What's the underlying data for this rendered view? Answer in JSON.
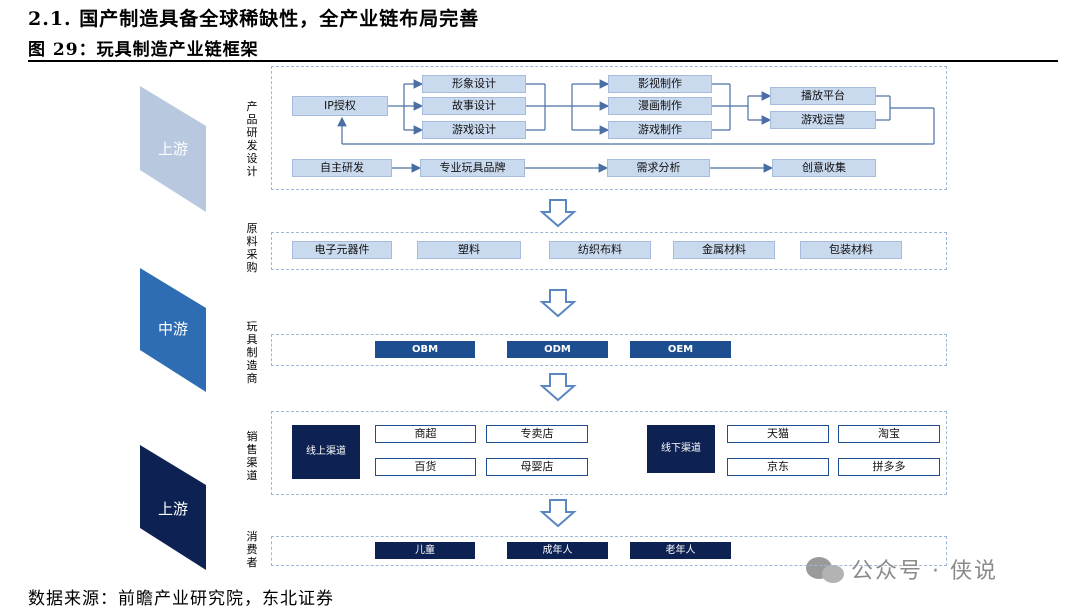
{
  "header": {
    "section_title": "2.1.  国产制造具备全球稀缺性，全产业链布局完善",
    "figure_title": "图 29：玩具制造产业链框架"
  },
  "stages": {
    "upstream": "上游",
    "midstream": "中游",
    "downstream": "上游"
  },
  "rows": {
    "product_design": {
      "label": "产品研发设计",
      "ip": "IP授权",
      "design_items": [
        "形象设计",
        "故事设计",
        "游戏设计"
      ],
      "production_items": [
        "影视制作",
        "漫画制作",
        "游戏制作"
      ],
      "platform_items": [
        "播放平台",
        "游戏运营"
      ],
      "bottom_flow": [
        "自主研发",
        "专业玩具品牌",
        "需求分析",
        "创意收集"
      ]
    },
    "materials": {
      "label": "原料采购",
      "items": [
        "电子元器件",
        "塑料",
        "纺织布料",
        "金属材料",
        "包装材料"
      ]
    },
    "manufacturers": {
      "label": "玩具制造商",
      "items": [
        "OBM",
        "ODM",
        "OEM"
      ]
    },
    "sales": {
      "label": "销售渠道",
      "online": {
        "title": "线上渠道",
        "items": [
          "商超",
          "专卖店",
          "百货",
          "母婴店"
        ]
      },
      "offline": {
        "title": "线下渠道",
        "items": [
          "天猫",
          "淘宝",
          "京东",
          "拼多多"
        ]
      }
    },
    "consumers": {
      "label": "消费者",
      "items": [
        "儿童",
        "成年人",
        "老年人"
      ]
    }
  },
  "footer": {
    "source": "数据来源：前瞻产业研究院，东北证券"
  },
  "watermark": {
    "text": "公众号 · 侠说"
  },
  "colors": {
    "light_box": "#c9d9ee",
    "dark_box": "#1d4e8f",
    "navy_box": "#0d2252",
    "chevron_light": "#b8c8df",
    "chevron_mid": "#2e6cb4",
    "chevron_dark": "#0d2252",
    "dashed_border": "#9db7d7"
  }
}
